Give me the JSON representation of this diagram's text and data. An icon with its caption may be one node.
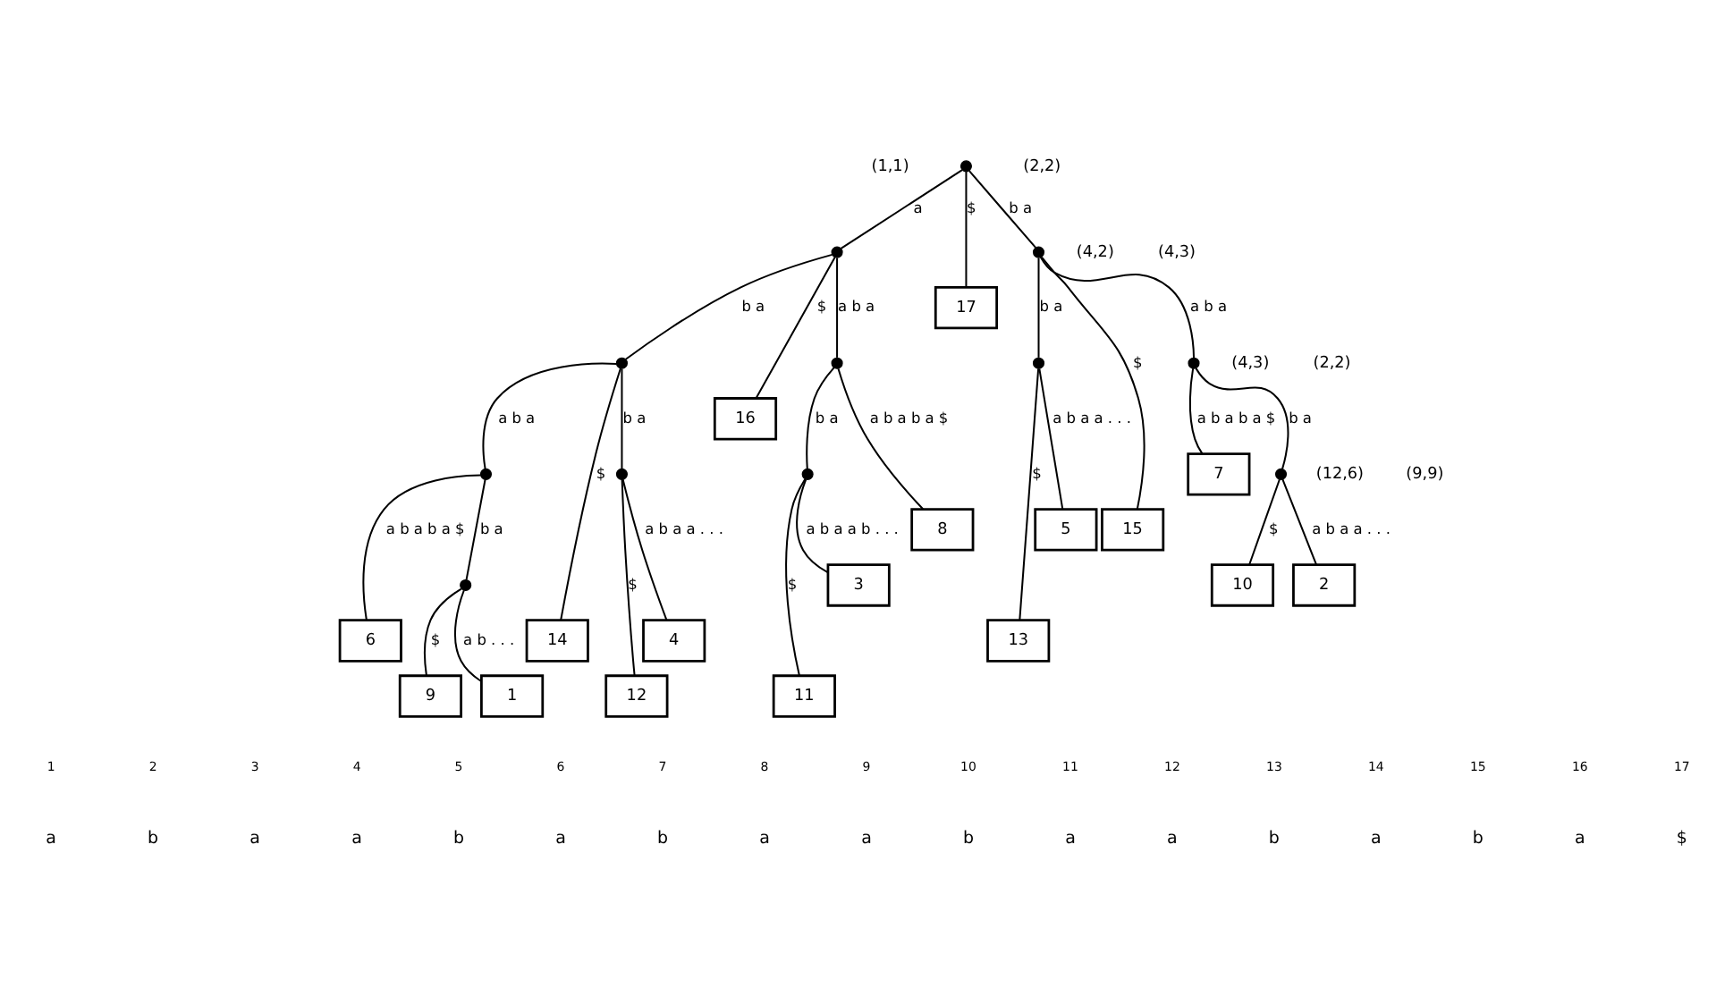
{
  "diagram": {
    "nodes": [
      {
        "text": [],
        "shape": "circle"
      },
      {
        "text": [],
        "shape": "circle"
      },
      {
        "text": [
          "17"
        ]
      },
      {
        "text": [],
        "shape": "circle"
      },
      {
        "text": [],
        "shape": "circle"
      },
      {
        "text": [
          "16"
        ]
      },
      {
        "text": [],
        "shape": "circle"
      },
      {
        "text": [],
        "shape": "circle"
      },
      {
        "text": [
          "15"
        ]
      },
      {
        "text": [],
        "shape": "circle"
      },
      {
        "text": [],
        "shape": "circle"
      },
      {
        "text": [
          "14"
        ]
      },
      {
        "text": [],
        "shape": "circle"
      },
      {
        "text": [],
        "shape": "circle"
      },
      {
        "text": [
          "8"
        ]
      },
      {
        "text": [
          "13"
        ]
      },
      {
        "text": [
          "5"
        ]
      },
      {
        "text": [
          "7"
        ]
      },
      {
        "text": [],
        "shape": "circle"
      },
      {
        "text": [
          "6"
        ]
      },
      {
        "text": [],
        "shape": "circle"
      },
      {
        "text": [
          "12"
        ]
      },
      {
        "text": [
          "4"
        ]
      },
      {
        "text": [
          "11"
        ]
      },
      {
        "text": [
          "3"
        ]
      },
      {
        "text": [
          "10"
        ]
      },
      {
        "text": [
          "2"
        ]
      },
      {
        "text": [
          "9"
        ]
      },
      {
        "text": [
          "1"
        ]
      }
    ],
    "edges": [
      {
        "from": 0,
        "to": 1,
        "arrow": "none",
        "label": "a"
      },
      {
        "from": 0,
        "to": 2,
        "arrow": "none",
        "label": "$"
      },
      {
        "from": 0,
        "to": 3,
        "arrow": "none",
        "label": "b a"
      },
      {
        "from": 1,
        "to": 4,
        "arrow": "none",
        "label": "b a"
      },
      {
        "from": 1,
        "to": 5,
        "arrow": "none",
        "label": "$"
      },
      {
        "from": 1,
        "to": 6,
        "arrow": "none",
        "label": "a b a"
      },
      {
        "from": 3,
        "to": 7,
        "arrow": "none",
        "label": "b a"
      },
      {
        "from": 3,
        "to": 8,
        "arrow": "none",
        "label": "$"
      },
      {
        "from": 3,
        "to": 9,
        "arrow": "none",
        "label": "a b a"
      },
      {
        "from": 4,
        "to": 10,
        "arrow": "none",
        "label": "a b a"
      },
      {
        "from": 4,
        "to": 11,
        "arrow": "none",
        "label": "$"
      },
      {
        "from": 4,
        "to": 12,
        "arrow": "none",
        "label": "b a"
      },
      {
        "from": 6,
        "to": 13,
        "arrow": "none",
        "label": "b a"
      },
      {
        "from": 6,
        "to": 14,
        "arrow": "none",
        "label": "a b a b a $"
      },
      {
        "from": 7,
        "to": 15,
        "arrow": "none",
        "label": "$"
      },
      {
        "from": 7,
        "to": 16,
        "arrow": "none",
        "label": "a b a a . . ."
      },
      {
        "from": 9,
        "to": 17,
        "arrow": "none",
        "label": "a b a b a $"
      },
      {
        "from": 9,
        "to": 18,
        "arrow": "none",
        "label": "b a"
      },
      {
        "from": 10,
        "to": 19,
        "arrow": "none",
        "label": "a b a b a $"
      },
      {
        "from": 10,
        "to": 20,
        "arrow": "none",
        "label": "b a"
      },
      {
        "from": 12,
        "to": 21,
        "arrow": "none",
        "label": "$"
      },
      {
        "from": 12,
        "to": 22,
        "arrow": "none",
        "label": "a b a a . . ."
      },
      {
        "from": 13,
        "to": 23,
        "arrow": "none",
        "label": "$"
      },
      {
        "from": 13,
        "to": 24,
        "arrow": "none",
        "label": "a b a a b . . ."
      },
      {
        "from": 18,
        "to": 25,
        "arrow": "none",
        "label": "$"
      },
      {
        "from": 18,
        "to": 26,
        "arrow": "none",
        "label": "a b a a . . ."
      },
      {
        "from": 20,
        "to": 27,
        "arrow": "none",
        "label": "$"
      },
      {
        "from": 20,
        "to": 28,
        "arrow": "none",
        "label": "a b . . ."
      }
    ],
    "labels": [
      "(1,1)",
      "(2,2)",
      "(4,2)",
      "(4,3)",
      "(4,3)",
      "(2,2)",
      "(12,6)",
      "(9,9)",
      "1",
      "2",
      "3",
      "4",
      "5",
      "6",
      "7",
      "8",
      "9",
      "10",
      "11",
      "12",
      "13",
      "14",
      "15",
      "16",
      "17",
      "a",
      "b",
      "a",
      "a",
      "b",
      "a",
      "b",
      "a",
      "a",
      "b",
      "a",
      "a",
      "b",
      "a",
      "b",
      "a",
      "$"
    ]
  }
}
